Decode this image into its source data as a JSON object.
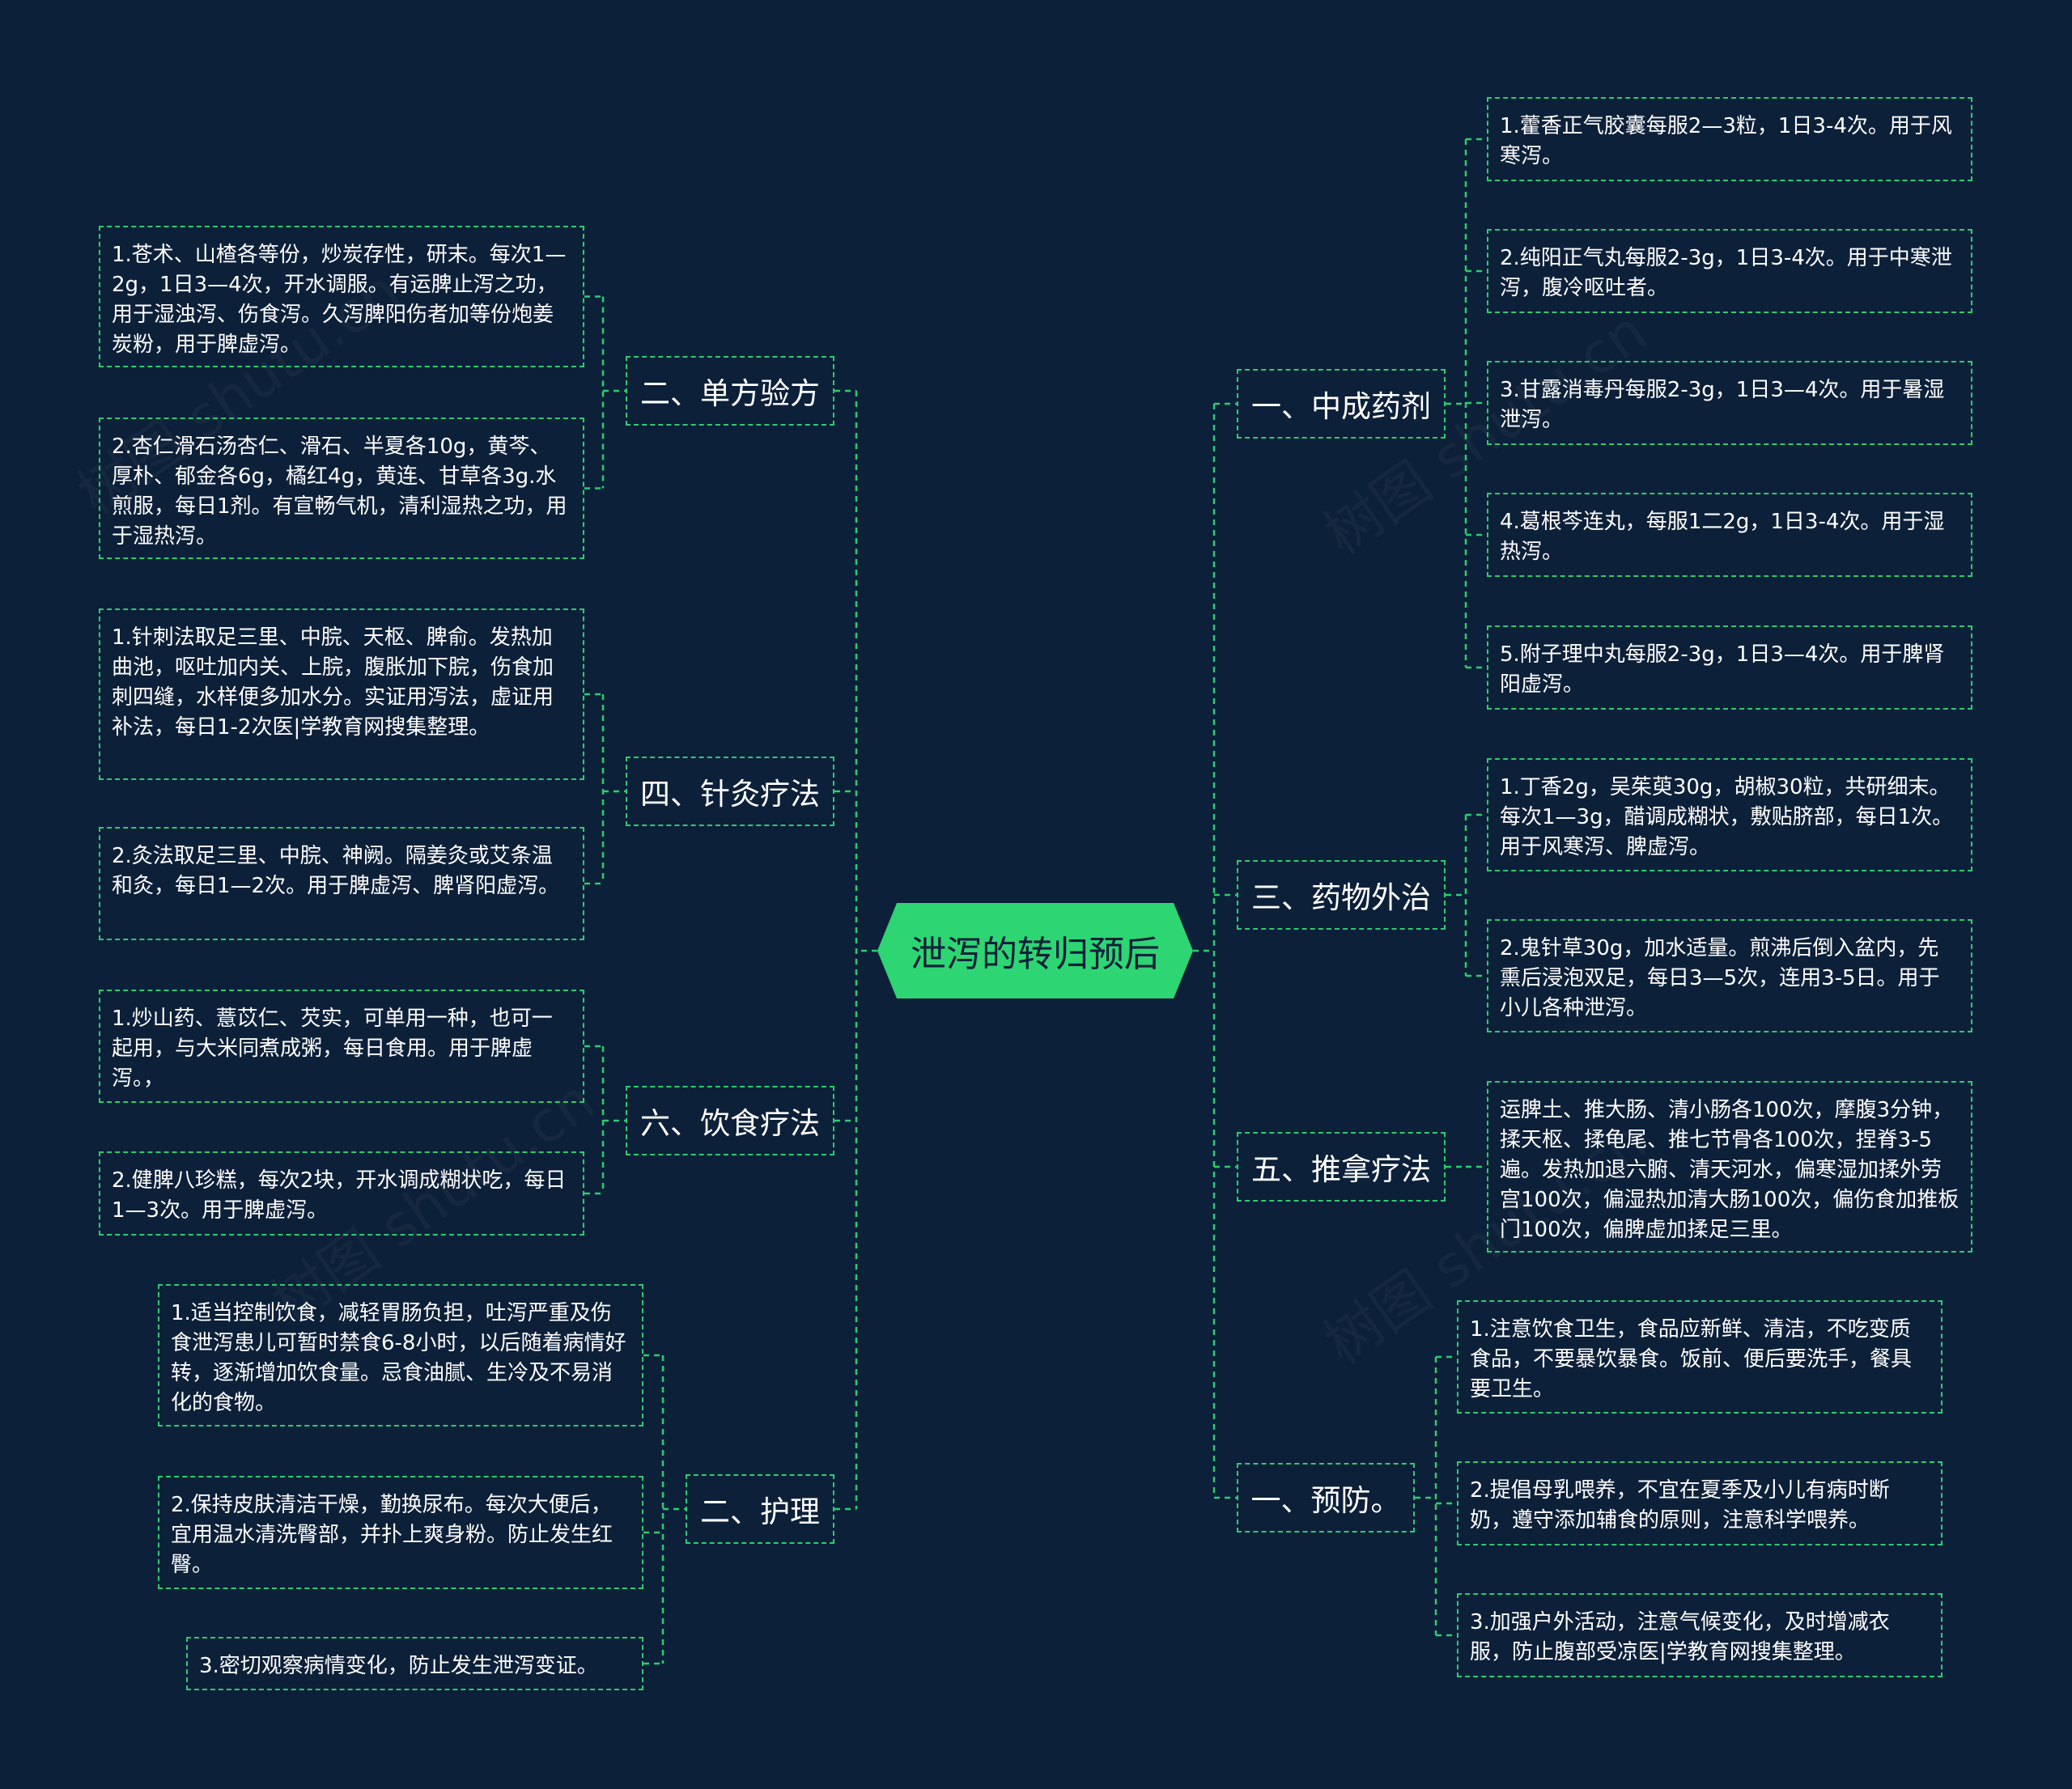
{
  "root": "泄泻的转归预后",
  "watermark": "树图 shutu.cn",
  "left": [
    {
      "label": "二、单方验方",
      "items": [
        "1.苍术、山楂各等份，炒炭存性，研末。每次1—2g，1日3—4次，开水调服。有运脾止泻之功，用于湿浊泻、伤食泻。久泻脾阳伤者加等份炮姜炭粉，用于脾虚泻。",
        "2.杏仁滑石汤杏仁、滑石、半夏各10g，黄芩、厚朴、郁金各6g，橘红4g，黄连、甘草各3g.水煎服，每日1剂。有宣畅气机，清利湿热之功，用于湿热泻。"
      ]
    },
    {
      "label": "四、针灸疗法",
      "items": [
        "1.针刺法取足三里、中脘、天枢、脾俞。发热加曲池，呕吐加内关、上脘，腹胀加下脘，伤食加刺四缝，水样便多加水分。实证用泻法，虚证用补法，每日1-2次医|学教育网搜集整理。",
        "2.灸法取足三里、中脘、神阙。隔姜灸或艾条温和灸，每日1—2次。用于脾虚泻、脾肾阳虚泻。"
      ]
    },
    {
      "label": "六、饮食疗法",
      "items": [
        "1.炒山药、薏苡仁、芡实，可单用一种，也可一起用，与大米同煮成粥，每日食用。用于脾虚泻。，",
        "2.健脾八珍糕，每次2块，开水调成糊状吃，每日1—3次。用于脾虚泻。"
      ]
    },
    {
      "label": "二、护理",
      "items": [
        "1.适当控制饮食，减轻胃肠负担，吐泻严重及伤食泄泻患儿可暂时禁食6-8小时，以后随着病情好转，逐渐增加饮食量。忌食油腻、生冷及不易消化的食物。",
        "2.保持皮肤清洁干燥，勤换尿布。每次大便后，宜用温水清洗臀部，并扑上爽身粉。防止发生红臀。",
        "3.密切观察病情变化，防止发生泄泻变证。"
      ]
    }
  ],
  "right": [
    {
      "label": "一、中成药剂",
      "items": [
        "1.藿香正气胶囊每服2—3粒，1日3-4次。用于风寒泻。",
        "2.纯阳正气丸每服2-3g，1日3-4次。用于中寒泄泻，腹冷呕吐者。",
        "3.甘露消毒丹每服2-3g，1日3—4次。用于暑湿泄泻。",
        "4.葛根芩连丸，每服1二2g，1日3-4次。用于湿热泻。",
        "5.附子理中丸每服2-3g，1日3—4次。用于脾肾阳虚泻。"
      ]
    },
    {
      "label": "三、药物外治",
      "items": [
        "1.丁香2g，吴茱萸30g，胡椒30粒，共研细末。每次1—3g，醋调成糊状，敷贴脐部，每日1次。用于风寒泻、脾虚泻。",
        "2.鬼针草30g，加水适量。煎沸后倒入盆内，先熏后浸泡双足，每日3—5次，连用3-5日。用于小儿各种泄泻。"
      ]
    },
    {
      "label": "五、推拿疗法",
      "items": [
        "运脾土、推大肠、清小肠各100次，摩腹3分钟，揉天枢、揉龟尾、推七节骨各100次，捏脊3-5遍。发热加退六腑、清天河水，偏寒湿加揉外劳宫100次，偏湿热加清大肠100次，偏伤食加推板门100次，偏脾虚加揉足三里。"
      ]
    },
    {
      "label": "一、预防。",
      "items": [
        "1.注意饮食卫生，食品应新鲜、清洁，不吃变质食品，不要暴饮暴食。饭前、便后要洗手，餐具要卫生。",
        "2.提倡母乳喂养，不宜在夏季及小儿有病时断奶，遵守添加辅食的原则，注意科学喂养。",
        "3.加强户外活动，注意气候变化，及时增减衣服，防止腹部受凉医|学教育网搜集整理。"
      ]
    }
  ]
}
